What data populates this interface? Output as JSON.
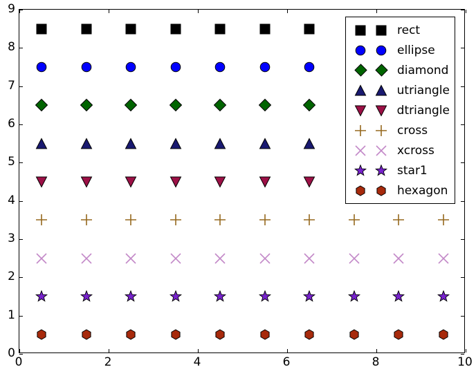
{
  "chart_data": {
    "type": "scatter",
    "title": "",
    "xlabel": "",
    "ylabel": "",
    "xlim": [
      0,
      10
    ],
    "ylim": [
      0,
      9
    ],
    "grid": false,
    "legend_position": "upper right",
    "xticks": [
      0,
      2,
      4,
      6,
      8,
      10
    ],
    "yticks": [
      0,
      1,
      2,
      3,
      4,
      5,
      6,
      7,
      8,
      9
    ],
    "xticklabels": [
      "0",
      "2",
      "4",
      "6",
      "8",
      "10"
    ],
    "yticklabels": [
      "0",
      "1",
      "2",
      "3",
      "4",
      "5",
      "6",
      "7",
      "8",
      "9"
    ],
    "series": [
      {
        "name": "rect",
        "marker": "square",
        "color": "#000000",
        "edgecolor": "#000000",
        "size": 16,
        "y": 8.5,
        "x": [
          0.5,
          1.5,
          2.5,
          3.5,
          4.5,
          5.5,
          6.5,
          7.5,
          8.5,
          9.5
        ]
      },
      {
        "name": "ellipse",
        "marker": "circle",
        "color": "#0000ff",
        "edgecolor": "#000000",
        "size": 16,
        "y": 7.5,
        "x": [
          0.5,
          1.5,
          2.5,
          3.5,
          4.5,
          5.5,
          6.5,
          7.5,
          8.5,
          9.5
        ]
      },
      {
        "name": "diamond",
        "marker": "diamond",
        "color": "#006400",
        "edgecolor": "#000000",
        "size": 19,
        "y": 6.5,
        "x": [
          0.5,
          1.5,
          2.5,
          3.5,
          4.5,
          5.5,
          6.5,
          7.5,
          8.5,
          9.5
        ]
      },
      {
        "name": "utriangle",
        "marker": "triangle-up",
        "color": "#191970",
        "edgecolor": "#000000",
        "size": 18,
        "y": 5.5,
        "x": [
          0.5,
          1.5,
          2.5,
          3.5,
          4.5,
          5.5,
          6.5,
          7.5,
          8.5,
          9.5
        ]
      },
      {
        "name": "dtriangle",
        "marker": "triangle-down",
        "color": "#9c1046",
        "edgecolor": "#000000",
        "size": 18,
        "y": 4.5,
        "x": [
          0.5,
          1.5,
          2.5,
          3.5,
          4.5,
          5.5,
          6.5,
          7.5,
          8.5,
          9.5
        ]
      },
      {
        "name": "cross",
        "marker": "plus",
        "color": "#96691e",
        "edgecolor": "#96691e",
        "size": 18,
        "y": 3.5,
        "x": [
          0.5,
          1.5,
          2.5,
          3.5,
          4.5,
          5.5,
          6.5,
          7.5,
          8.5,
          9.5
        ]
      },
      {
        "name": "xcross",
        "marker": "x",
        "color": "#c389c8",
        "edgecolor": "#c389c8",
        "size": 18,
        "y": 2.5,
        "x": [
          0.5,
          1.5,
          2.5,
          3.5,
          4.5,
          5.5,
          6.5,
          7.5,
          8.5,
          9.5
        ]
      },
      {
        "name": "star1",
        "marker": "star",
        "color": "#7722cc",
        "edgecolor": "#000000",
        "size": 18,
        "y": 1.5,
        "x": [
          0.5,
          1.5,
          2.5,
          3.5,
          4.5,
          5.5,
          6.5,
          7.5,
          8.5,
          9.5
        ]
      },
      {
        "name": "hexagon",
        "marker": "hexagon",
        "color": "#a72a0c",
        "edgecolor": "#000000",
        "size": 16,
        "y": 0.5,
        "x": [
          0.5,
          1.5,
          2.5,
          3.5,
          4.5,
          5.5,
          6.5,
          7.5,
          8.5,
          9.5
        ]
      }
    ]
  },
  "legend": {
    "entries": [
      {
        "label": "rect"
      },
      {
        "label": "ellipse"
      },
      {
        "label": "diamond"
      },
      {
        "label": "utriangle"
      },
      {
        "label": "dtriangle"
      },
      {
        "label": "cross"
      },
      {
        "label": "xcross"
      },
      {
        "label": "star1"
      },
      {
        "label": "hexagon"
      }
    ]
  }
}
